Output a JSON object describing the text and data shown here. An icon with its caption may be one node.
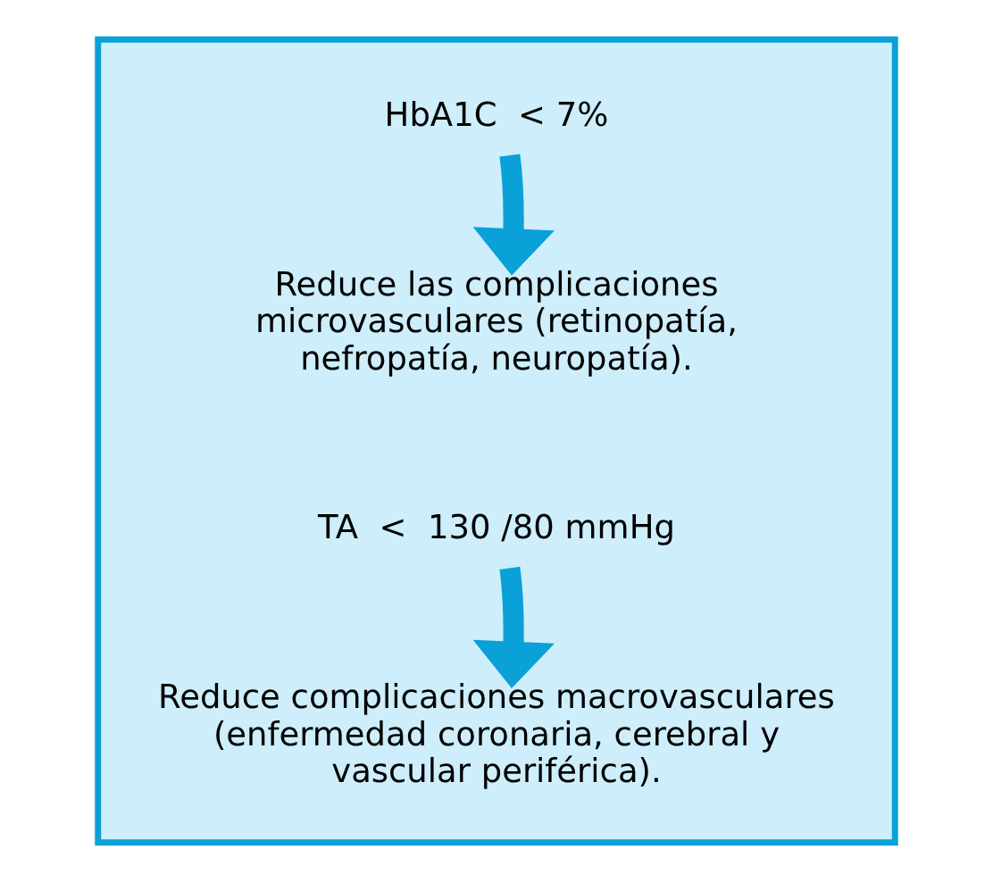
{
  "diagram": {
    "nodes": [
      {
        "text": [],
        "shape": "box"
      },
      {
        "text": [
          "HbA1C  < 7%"
        ],
        "in": 0
      },
      {
        "text": [
          "Reduce las complicaciones microvasculares (retinopatía, nefropatía, neuropatía)."
        ],
        "in": 0
      },
      {
        "text": [
          "TA  <  130 /80 mmHg"
        ],
        "in": 0
      },
      {
        "text": [
          "Reduce complicaciones macrovasculares (enfermedad coronaria, cerebral y vascular periférica)."
        ],
        "in": 0
      }
    ],
    "edges": [
      {
        "from": 1,
        "to": 2,
        "arrow": "to",
        "color": "#0aa0d8"
      },
      {
        "from": 3,
        "to": 4,
        "arrow": "to",
        "color": "#0aa0d8"
      }
    ]
  }
}
